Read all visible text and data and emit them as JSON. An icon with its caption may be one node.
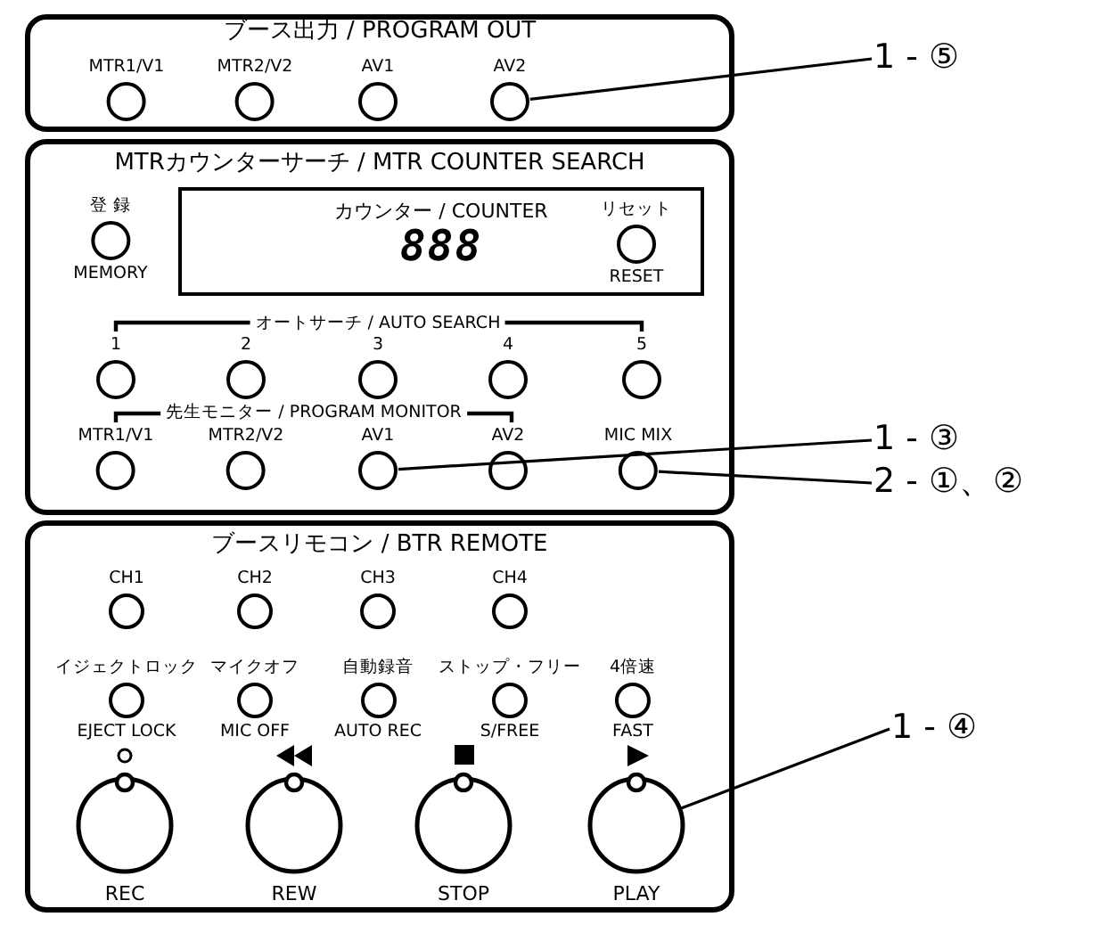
{
  "diagram": {
    "nodes": [
      {
        "text": [
          "ブース出力 / PROGRAM OUT"
        ]
      },
      {
        "text": [
          "MTR1/V1"
        ],
        "in": 0
      },
      {
        "text": [
          "MTR2/V2"
        ],
        "in": 0
      },
      {
        "text": [
          "AV1"
        ],
        "in": 0
      },
      {
        "text": [
          "AV2"
        ],
        "in": 0
      },
      {
        "text": [
          "MTRカウンターサーチ / MTR COUNTER SEARCH"
        ]
      },
      {
        "text": [
          "登 録",
          "MEMORY"
        ],
        "in": 5
      },
      {
        "text": [
          "カウンター / COUNTER",
          "888"
        ],
        "in": 5
      },
      {
        "text": [
          "リセット",
          "RESET"
        ],
        "in": 7
      },
      {
        "text": [
          "1"
        ],
        "in": 5
      },
      {
        "text": [
          "2"
        ],
        "in": 5
      },
      {
        "text": [
          "3"
        ],
        "in": 5
      },
      {
        "text": [
          "4"
        ],
        "in": 5
      },
      {
        "text": [
          "5"
        ],
        "in": 5
      },
      {
        "text": [
          "MTR1/V1"
        ],
        "in": 5
      },
      {
        "text": [
          "MTR2/V2"
        ],
        "in": 5
      },
      {
        "text": [
          "AV1"
        ],
        "in": 5
      },
      {
        "text": [
          "AV2"
        ],
        "in": 5
      },
      {
        "text": [
          "MIC MIX"
        ],
        "in": 5
      },
      {
        "text": [
          "ブースリモコン / BTR REMOTE"
        ]
      },
      {
        "text": [
          "CH1"
        ],
        "in": 19
      },
      {
        "text": [
          "CH2"
        ],
        "in": 19
      },
      {
        "text": [
          "CH3"
        ],
        "in": 19
      },
      {
        "text": [
          "CH4"
        ],
        "in": 19
      },
      {
        "text": [
          "イジェクトロック",
          "EJECT LOCK"
        ],
        "in": 19
      },
      {
        "text": [
          "マイクオフ",
          "MIC OFF"
        ],
        "in": 19
      },
      {
        "text": [
          "自動録音",
          "AUTO REC"
        ],
        "in": 19
      },
      {
        "text": [
          "ストップ・フリー",
          "S/FREE"
        ],
        "in": 19
      },
      {
        "text": [
          "4倍速",
          "FAST"
        ],
        "in": 19
      },
      {
        "text": [
          "REC"
        ],
        "in": 19
      },
      {
        "text": [
          "REW"
        ],
        "in": 19
      },
      {
        "text": [
          "STOP"
        ],
        "in": 19
      },
      {
        "text": [
          "PLAY"
        ],
        "in": 19
      },
      {
        "text": [
          "1 - ⑤"
        ]
      },
      {
        "text": [
          "1 - ③"
        ]
      },
      {
        "text": [
          "2 - ①、②"
        ]
      },
      {
        "text": [
          "1 - ④"
        ]
      }
    ],
    "edges": [
      {
        "from": 33,
        "to": 4,
        "arrow": "none"
      },
      {
        "from": 34,
        "to": 16,
        "arrow": "none"
      },
      {
        "from": 35,
        "to": 18,
        "arrow": "none"
      },
      {
        "from": 36,
        "to": 32,
        "arrow": "none"
      }
    ],
    "labels": [
      "オートサーチ / AUTO SEARCH",
      "先生モニター / PROGRAM MONITOR"
    ]
  }
}
